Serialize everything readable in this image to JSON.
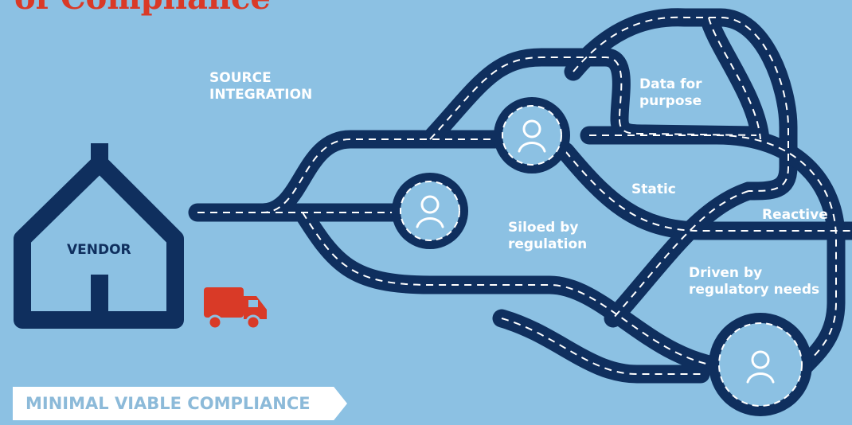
{
  "title": "of Compliance",
  "labels": {
    "source_integration": "SOURCE\nINTEGRATION",
    "vendor": "VENDOR",
    "data_for_purpose": "Data for\npurpose",
    "static": "Static",
    "reactive": "Reactive",
    "siloed": "Siloed by\nregulation",
    "driven": "Driven by\nregulatory needs"
  },
  "banner": "MINIMAL VIABLE COMPLIANCE",
  "colors": {
    "background": "#8cc1e3",
    "road": "#0f2f5e",
    "accent": "#d93a27",
    "white": "#ffffff"
  },
  "icons": [
    "house-icon",
    "truck-icon",
    "person-icon"
  ]
}
